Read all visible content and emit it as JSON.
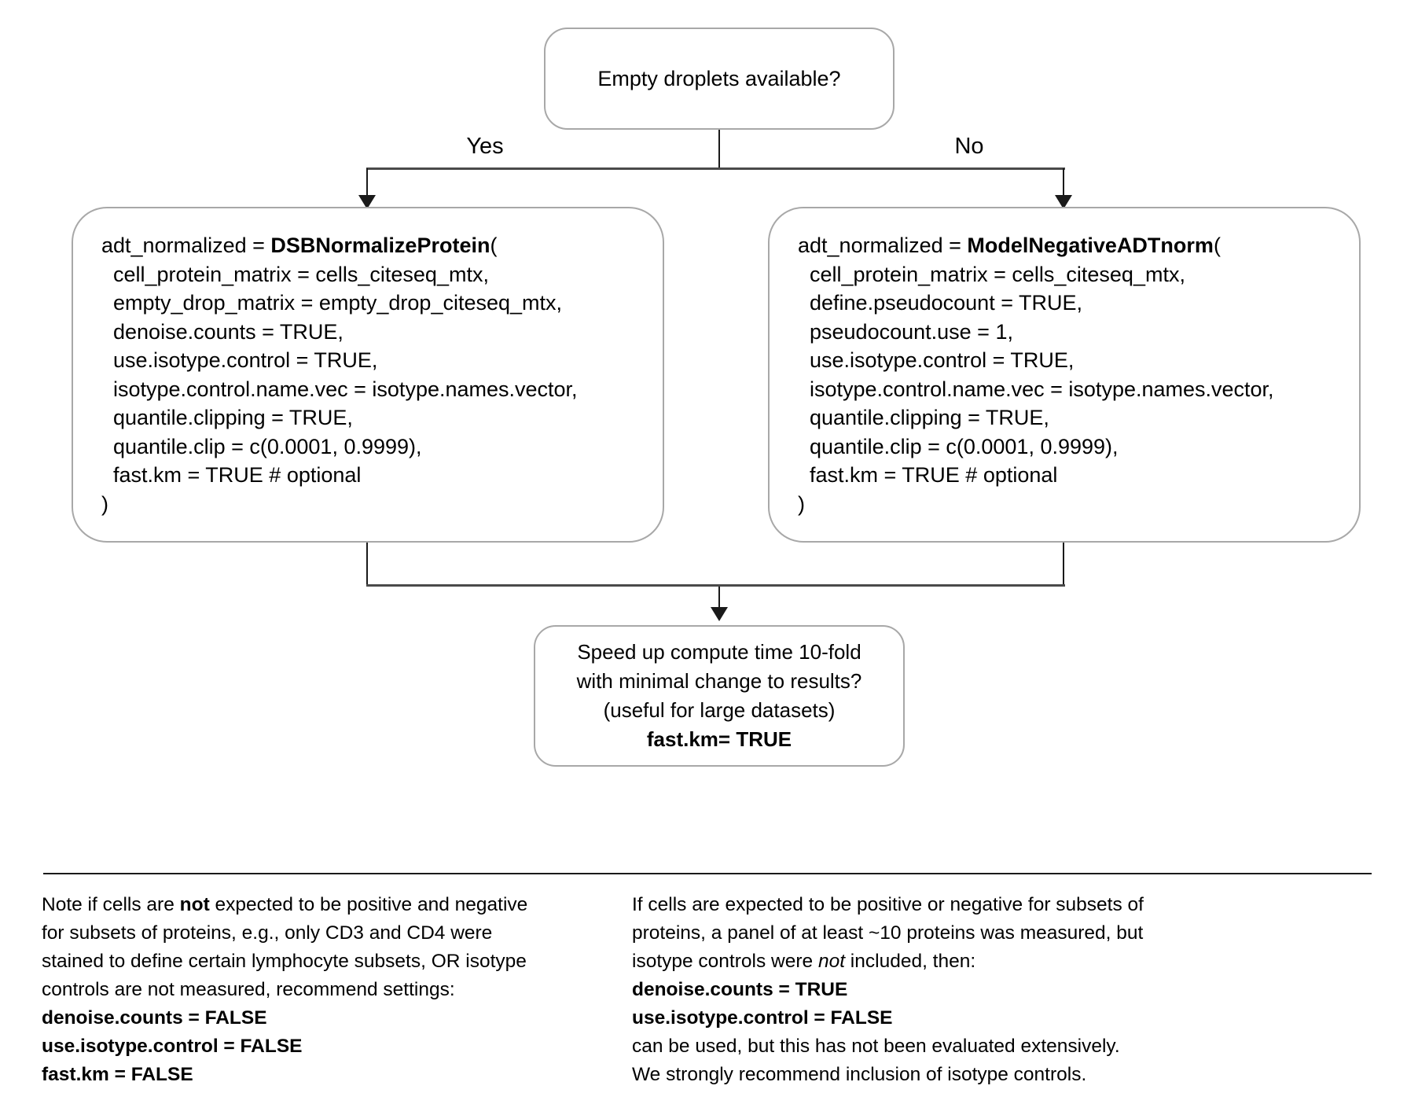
{
  "colors": {
    "box-border": "#a8a8a8",
    "connector-line": "#4a4a4a",
    "text": "#000000"
  },
  "diagram": {
    "top_box": {
      "label": "Empty droplets available?"
    },
    "branch_labels": {
      "yes": "Yes",
      "no": "No"
    },
    "left_box": {
      "function": "DSBNormalizeProtein",
      "lines": [
        [
          {
            "t": "adt_normalized = "
          },
          {
            "t": "DSBNormalizeProtein",
            "b": true
          },
          {
            "t": "("
          }
        ],
        [
          {
            "t": "  cell_protein_matrix = cells_citeseq_mtx,"
          }
        ],
        [
          {
            "t": "  empty_drop_matrix = empty_drop_citeseq_mtx,"
          }
        ],
        [
          {
            "t": "  denoise.counts = TRUE,"
          }
        ],
        [
          {
            "t": "  use.isotype.control = TRUE,"
          }
        ],
        [
          {
            "t": "  isotype.control.name.vec = isotype.names.vector,"
          }
        ],
        [
          {
            "t": "  quantile.clipping = TRUE,"
          }
        ],
        [
          {
            "t": "  quantile.clip = c(0.0001, 0.9999),"
          }
        ],
        [
          {
            "t": "  fast.km = TRUE # optional"
          }
        ],
        [
          {
            "t": ")"
          }
        ]
      ]
    },
    "right_box": {
      "function": "ModelNegativeADTnorm",
      "lines": [
        [
          {
            "t": "adt_normalized = "
          },
          {
            "t": "ModelNegativeADTnorm",
            "b": true
          },
          {
            "t": "("
          }
        ],
        [
          {
            "t": "  cell_protein_matrix = cells_citeseq_mtx,"
          }
        ],
        [
          {
            "t": "  define.pseudocount = TRUE,"
          }
        ],
        [
          {
            "t": "  pseudocount.use = 1,"
          }
        ],
        [
          {
            "t": "  use.isotype.control = TRUE,"
          }
        ],
        [
          {
            "t": "  isotype.control.name.vec = isotype.names.vector,"
          }
        ],
        [
          {
            "t": "  quantile.clipping = TRUE,"
          }
        ],
        [
          {
            "t": "  quantile.clip = c(0.0001, 0.9999),"
          }
        ],
        [
          {
            "t": "  fast.km = TRUE # optional"
          }
        ],
        [
          {
            "t": ")"
          }
        ]
      ]
    },
    "bottom_box": {
      "lines": [
        [
          {
            "t": "Speed up compute time 10-fold"
          }
        ],
        [
          {
            "t": "with minimal change to results?"
          }
        ],
        [
          {
            "t": "(useful for large datasets)"
          }
        ],
        [
          {
            "t": "fast.km= TRUE",
            "b": true
          }
        ]
      ]
    }
  },
  "notes": {
    "left": {
      "lines": [
        [
          {
            "t": "Note if cells are "
          },
          {
            "t": "not",
            "b": true
          },
          {
            "t": " expected to be positive and negative"
          }
        ],
        [
          {
            "t": "for subsets of proteins, e.g., only CD3 and CD4 were"
          }
        ],
        [
          {
            "t": "stained to define certain lymphocyte subsets, OR isotype"
          }
        ],
        [
          {
            "t": "controls are not measured, recommend settings:"
          }
        ],
        [
          {
            "t": "denoise.counts = FALSE",
            "b": true
          }
        ],
        [
          {
            "t": "use.isotype.control = FALSE",
            "b": true
          }
        ],
        [
          {
            "t": "fast.km = FALSE",
            "b": true
          }
        ]
      ]
    },
    "right": {
      "lines": [
        [
          {
            "t": "If cells are expected to be positive or negative for subsets of"
          }
        ],
        [
          {
            "t": "proteins, a panel of at least ~10 proteins was measured, but"
          }
        ],
        [
          {
            "t": "isotype controls were "
          },
          {
            "t": "not",
            "i": true
          },
          {
            "t": " included, then:"
          }
        ],
        [
          {
            "t": "denoise.counts = TRUE",
            "b": true
          }
        ],
        [
          {
            "t": "use.isotype.control = FALSE",
            "b": true
          }
        ],
        [
          {
            "t": "can be used, but this has not been evaluated extensively."
          }
        ],
        [
          {
            "t": "We strongly recommend inclusion of isotype controls."
          }
        ]
      ]
    }
  }
}
